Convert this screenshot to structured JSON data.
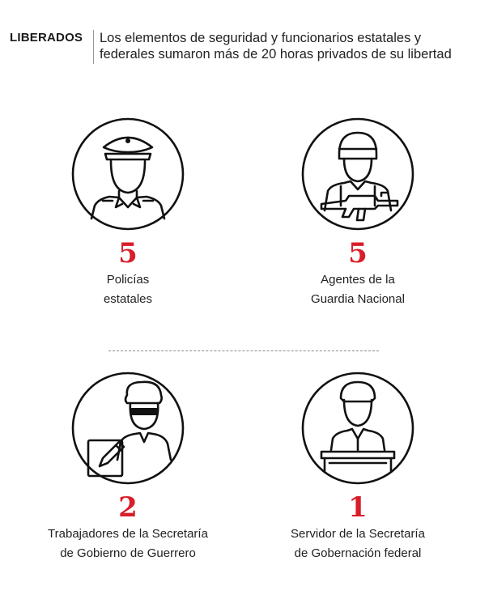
{
  "header": {
    "kicker": "LIBERADOS",
    "desc_line1": "Los elementos de seguridad y funcionarios estatales y",
    "desc_line2": "federales sumaron más de 20 horas privados de su libertad"
  },
  "items": [
    {
      "icon": "police-officer-icon",
      "value": "5",
      "label_line1": "Policías",
      "label_line2": "estatales"
    },
    {
      "icon": "national-guard-soldier-icon",
      "value": "5",
      "label_line1": "Agentes de la",
      "label_line2": "Guardia Nacional"
    },
    {
      "icon": "government-worker-icon",
      "value": "2",
      "label_line1": "Trabajadores de la Secretaría",
      "label_line2": "de Gobierno de Guerrero"
    },
    {
      "icon": "federal-official-icon",
      "value": "1",
      "label_line1": "Servidor de la Secretaría",
      "label_line2": "de Gobernación federal"
    }
  ],
  "colors": {
    "accent": "#d81e2a",
    "text": "#1a1a1a"
  }
}
